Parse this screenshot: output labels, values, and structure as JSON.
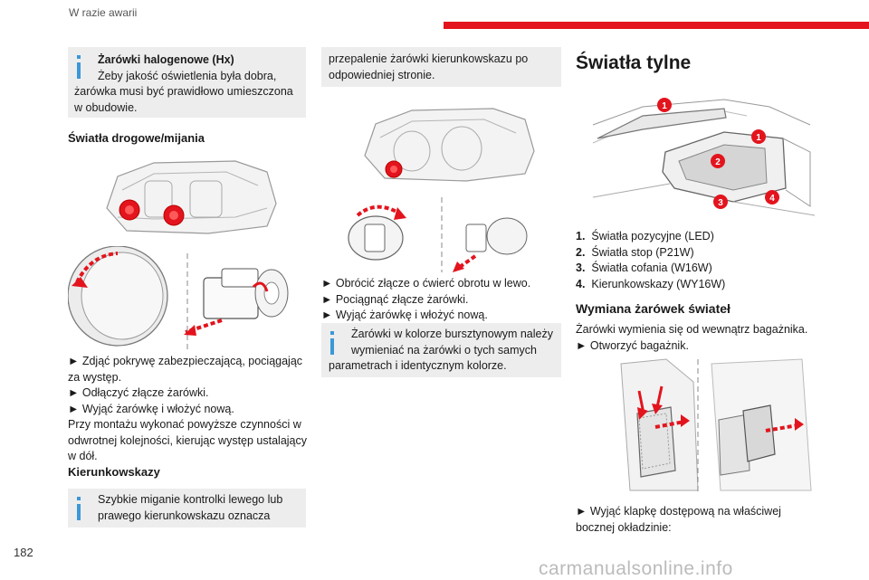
{
  "header": {
    "section": "W razie awarii",
    "page_number": "182"
  },
  "watermark": "carmanualsonline.info",
  "col1": {
    "tip1": {
      "title": "Żarówki halogenowe (Hx)",
      "text_line1": "Żeby jakość oświetlenia była dobra,",
      "text_line2": "żarówka musi być prawidłowo umieszczona",
      "text_line3": "w obudowie."
    },
    "heading_main_beams": "Światła drogowe/mijania",
    "steps": [
      "► Zdjąć pokrywę zabezpieczającą, pociągając",
      "za występ.",
      "► Odłączyć złącze żarówki.",
      "► Wyjąć żarówkę i włożyć nową.",
      "Przy montażu wykonać powyższe czynności w",
      "odwrotnej kolejności, kierując występ ustalający",
      "w dół."
    ],
    "heading_indicators": "Kierunkowskazy",
    "tip2": {
      "line1": "Szybkie miganie kontrolki lewego lub",
      "line2": "prawego kierunkowskazu oznacza"
    }
  },
  "col2": {
    "tip_cont": {
      "line1": "przepalenie żarówki kierunkowskazu po",
      "line2": "odpowiedniej stronie."
    },
    "steps": [
      "► Obrócić złącze o ćwierć obrotu w lewo.",
      "► Pociągnąć złącze żarówki.",
      "► Wyjąć żarówkę i włożyć nową."
    ],
    "tip3": {
      "line1": "Żarówki w kolorze bursztynowym należy",
      "line2": "wymieniać na żarówki o tych samych",
      "line3": "parametrach i identycznym kolorze."
    }
  },
  "col3": {
    "heading": "Światła tylne",
    "callouts": [
      "1",
      "1",
      "2",
      "3",
      "4"
    ],
    "legend": [
      {
        "num": "1.",
        "text": "Światła pozycyjne (LED)"
      },
      {
        "num": "2.",
        "text": "Światła stop (P21W)"
      },
      {
        "num": "3.",
        "text": "Światła cofania (W16W)"
      },
      {
        "num": "4.",
        "text": "Kierunkowskazy (WY16W)"
      }
    ],
    "subheading": "Wymiana żarówek świateł",
    "text1": "Żarówki wymienia się od wewnątrz bagażnika.",
    "step1": "► Otworzyć bagażnik.",
    "step2_line1": "► Wyjąć klapkę dostępową na właściwej",
    "step2_line2": "bocznej okładzinie:"
  },
  "colors": {
    "accent_red": "#e3141d",
    "tip_bar_blue": "#3b98d6",
    "tip_bg": "#ededee"
  }
}
